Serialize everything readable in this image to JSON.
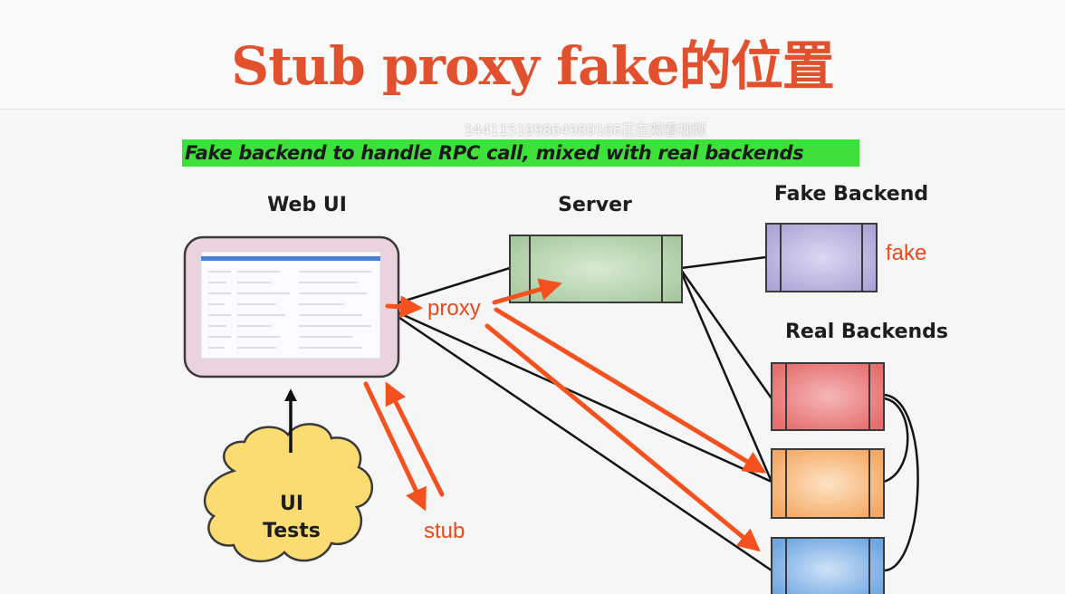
{
  "title": "Stub proxy fake的位置",
  "watermark": "144115199864989166正在观看视频",
  "subtitle": "Fake backend to handle RPC call, mixed with real backends",
  "nodes": {
    "web_ui": "Web UI",
    "server": "Server",
    "fake_backend": "Fake Backend",
    "real_backends": "Real Backends",
    "ui_tests_line1": "UI",
    "ui_tests_line2": "Tests"
  },
  "annotations": {
    "proxy": "proxy",
    "fake": "fake",
    "stub": "stub"
  },
  "colors": {
    "title": "#e2512d",
    "subtitle_bg": "#3ee03a",
    "arrow": "#f4511e",
    "server": "#a9c9a0",
    "fake_backend": "#b3acd8",
    "real_red": "#ec8a8a",
    "real_orange": "#f7b77a",
    "real_blue": "#88b4e6",
    "cloud": "#fbdc72",
    "webui_frame": "#ecd3e0"
  }
}
